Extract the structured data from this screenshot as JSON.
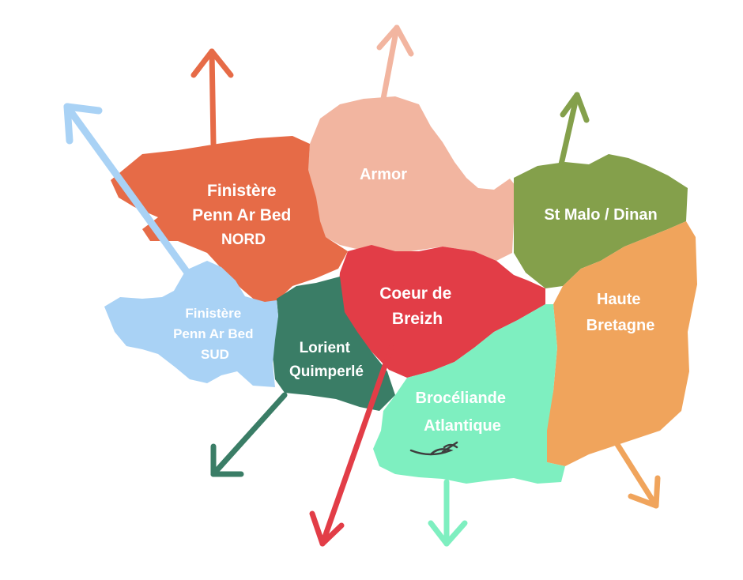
{
  "regions": [
    {
      "id": "finistere-nord",
      "lines": [
        "Finistère",
        "Penn Ar Bed",
        "NORD"
      ],
      "color": "#E66B47"
    },
    {
      "id": "armor",
      "lines": [
        "Armor"
      ],
      "color": "#F2B5A0"
    },
    {
      "id": "st-malo-dinan",
      "lines": [
        "St Malo / Dinan"
      ],
      "color": "#84A04B"
    },
    {
      "id": "finistere-sud",
      "lines": [
        "Finistère",
        "Penn Ar Bed",
        "SUD"
      ],
      "color": "#A9D2F5"
    },
    {
      "id": "lorient-quimperle",
      "lines": [
        "Lorient",
        "Quimperlé"
      ],
      "color": "#3A7D66"
    },
    {
      "id": "coeur-de-breizh",
      "lines": [
        "Coeur de",
        "Breizh"
      ],
      "color": "#E23D47"
    },
    {
      "id": "haute-bretagne",
      "lines": [
        "Haute",
        "Bretagne"
      ],
      "color": "#F0A45C"
    },
    {
      "id": "broceliande-atlantique",
      "lines": [
        "Brocéliande",
        "Atlantique"
      ],
      "color": "#7EEFC0"
    }
  ]
}
